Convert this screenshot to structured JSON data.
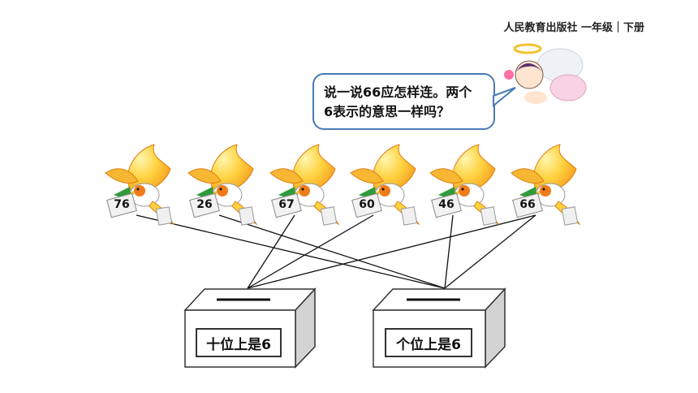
{
  "header": {
    "publisher": "人民教育出版社 一年级｜下册"
  },
  "bubble": {
    "text_line1": "说一说66应怎样连。两个",
    "text_line2": "6表示的意思一样吗？"
  },
  "birds": [
    {
      "number": "76"
    },
    {
      "number": "26"
    },
    {
      "number": "67"
    },
    {
      "number": "60"
    },
    {
      "number": "46"
    },
    {
      "number": "66"
    }
  ],
  "boxes": [
    {
      "label": "十位上是6"
    },
    {
      "label": "个位上是6"
    }
  ],
  "colors": {
    "bubble_border": "#4a7bb5",
    "bird_orange": "#f39a1e",
    "bird_yellow": "#ffd23f",
    "envelope_green": "#2e9b3a"
  }
}
